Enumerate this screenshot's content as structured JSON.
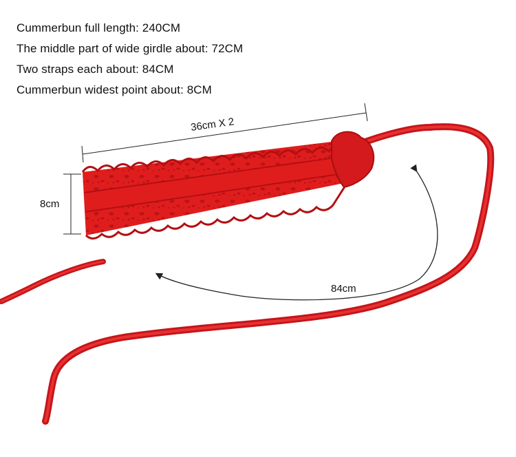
{
  "specs": [
    "Cummerbun full length: 240CM",
    "The middle part of wide girdle about: 72CM",
    "Two straps each about: 84CM",
    "Cummerbun widest point about: 8CM"
  ],
  "dimensions": {
    "width_label": "36cm X 2",
    "height_label": "8cm",
    "strap_label": "84cm"
  },
  "colors": {
    "belt_red": "#e01d1d",
    "belt_dark": "#b40f12",
    "line": "#222222"
  }
}
